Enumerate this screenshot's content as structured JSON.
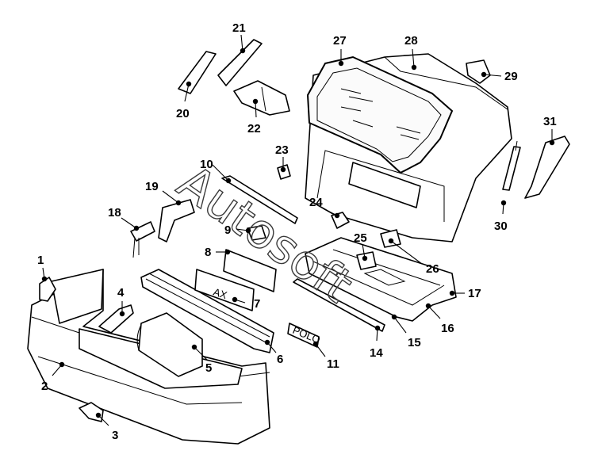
{
  "diagram": {
    "watermark": "Autosoft",
    "plates": {
      "license_plate_text": "AX",
      "badge_text": "POLO"
    },
    "callouts": [
      {
        "id": "c1",
        "label": "1"
      },
      {
        "id": "c2",
        "label": "2"
      },
      {
        "id": "c3",
        "label": "3"
      },
      {
        "id": "c4",
        "label": "4"
      },
      {
        "id": "c5",
        "label": "5"
      },
      {
        "id": "c6",
        "label": "6"
      },
      {
        "id": "c7",
        "label": "7"
      },
      {
        "id": "c8",
        "label": "8"
      },
      {
        "id": "c9",
        "label": "9"
      },
      {
        "id": "c10",
        "label": "10"
      },
      {
        "id": "c11",
        "label": "11"
      },
      {
        "id": "c14",
        "label": "14"
      },
      {
        "id": "c15",
        "label": "15"
      },
      {
        "id": "c16",
        "label": "16"
      },
      {
        "id": "c17",
        "label": "17"
      },
      {
        "id": "c18",
        "label": "18"
      },
      {
        "id": "c19",
        "label": "19"
      },
      {
        "id": "c20",
        "label": "20"
      },
      {
        "id": "c21",
        "label": "21"
      },
      {
        "id": "c22",
        "label": "22"
      },
      {
        "id": "c23",
        "label": "23"
      },
      {
        "id": "c24",
        "label": "24"
      },
      {
        "id": "c25",
        "label": "25"
      },
      {
        "id": "c26",
        "label": "26"
      },
      {
        "id": "c27",
        "label": "27"
      },
      {
        "id": "c28",
        "label": "28"
      },
      {
        "id": "c29",
        "label": "29"
      },
      {
        "id": "c30",
        "label": "30"
      },
      {
        "id": "c31",
        "label": "31"
      }
    ]
  }
}
